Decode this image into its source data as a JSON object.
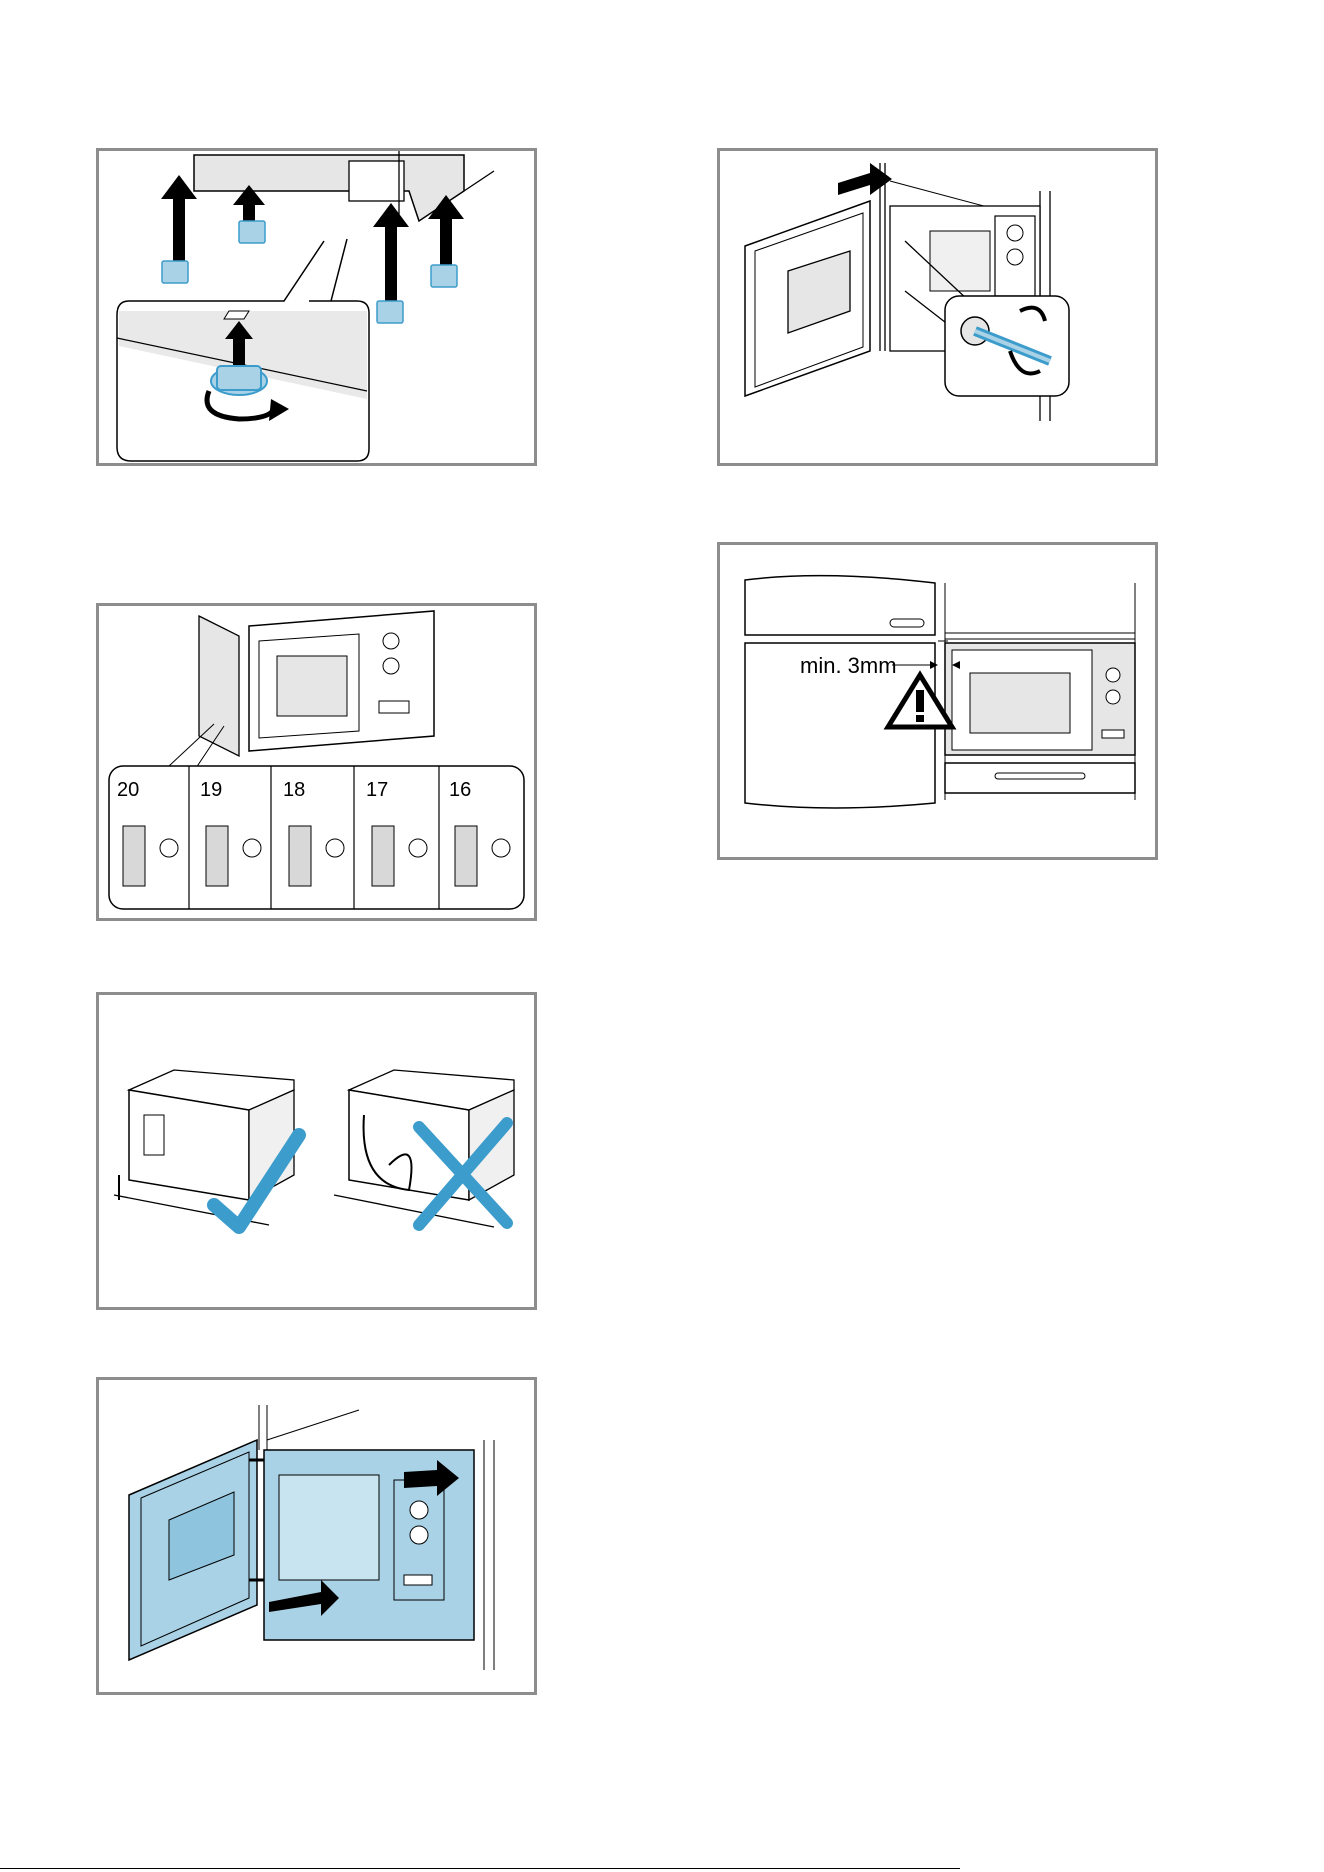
{
  "figures": {
    "feet": {
      "icon": "adjustable-feet-illustration"
    },
    "fixing_screws": {
      "icon": "screwdriver-fixing-illustration"
    },
    "spacer_sizes": {
      "icon": "panel-thickness-spacer-illustration",
      "sizes": [
        "20",
        "19",
        "18",
        "17",
        "16"
      ]
    },
    "clearance": {
      "icon": "door-clearance-warning-illustration",
      "label": "min. 3mm"
    },
    "cable_routing": {
      "icon": "cable-routing-correct-incorrect-illustration",
      "correct_mark": "check-icon",
      "incorrect_mark": "cross-icon"
    },
    "push_in": {
      "icon": "push-appliance-into-cabinet-illustration"
    }
  },
  "colors": {
    "frame": "#8d8d8d",
    "accent_blue": "#a9d2e6",
    "blue_stroke": "#3c9ccc",
    "line": "#000000"
  }
}
